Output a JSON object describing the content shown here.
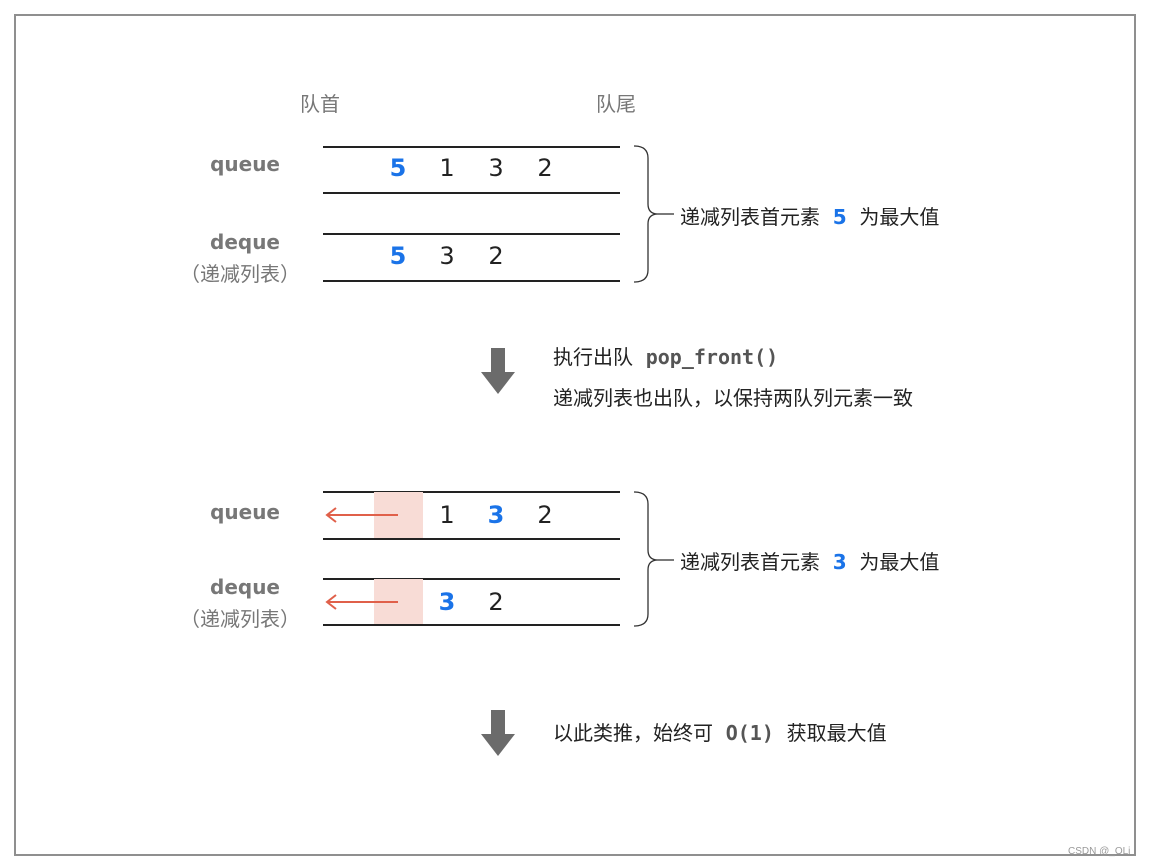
{
  "header": {
    "front": "队首",
    "rear": "队尾"
  },
  "labels": {
    "queue": "queue",
    "deque": "deque",
    "deque_sub": "（递减列表）"
  },
  "stage1": {
    "queue_values": [
      "5",
      "1",
      "3",
      "2"
    ],
    "deque_values": [
      "5",
      "3",
      "2"
    ],
    "note_prefix": "递减列表首元素",
    "note_value": "5",
    "note_suffix": "为最大值"
  },
  "step1": {
    "line1_text": "执行出队",
    "line1_code": "pop_front()",
    "line2": "递减列表也出队，以保持两队列元素一致"
  },
  "stage2": {
    "queue_values": [
      "1",
      "3",
      "2"
    ],
    "deque_values": [
      "3",
      "2"
    ],
    "note_prefix": "递减列表首元素",
    "note_value": "3",
    "note_suffix": "为最大值"
  },
  "step2": {
    "text_prefix": "以此类推，始终可",
    "code": "O(1)",
    "text_suffix": "获取最大值"
  },
  "colors": {
    "highlight": "#1a73e8",
    "arrow": "#e0604a",
    "pink": "#f8dcd6",
    "down_arrow": "#6b6b6b"
  },
  "watermark": "CSDN @_OLi"
}
